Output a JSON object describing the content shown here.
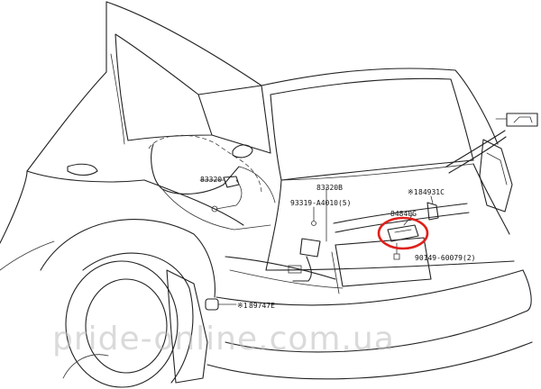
{
  "diagram": {
    "part_labels": {
      "p83320": "83320",
      "p83320b": "83320B",
      "p93319": "93319-A4010(5)",
      "p84840g": "84840G",
      "p84931c": "84931C",
      "p90149": "90149-60079(2)",
      "p89747e": "89747E"
    },
    "markers": {
      "prefix_84931c": "※1",
      "prefix_89747e": "※1"
    },
    "highlight_color": "#e0201a",
    "watermark": "pride-online.com.ua"
  }
}
